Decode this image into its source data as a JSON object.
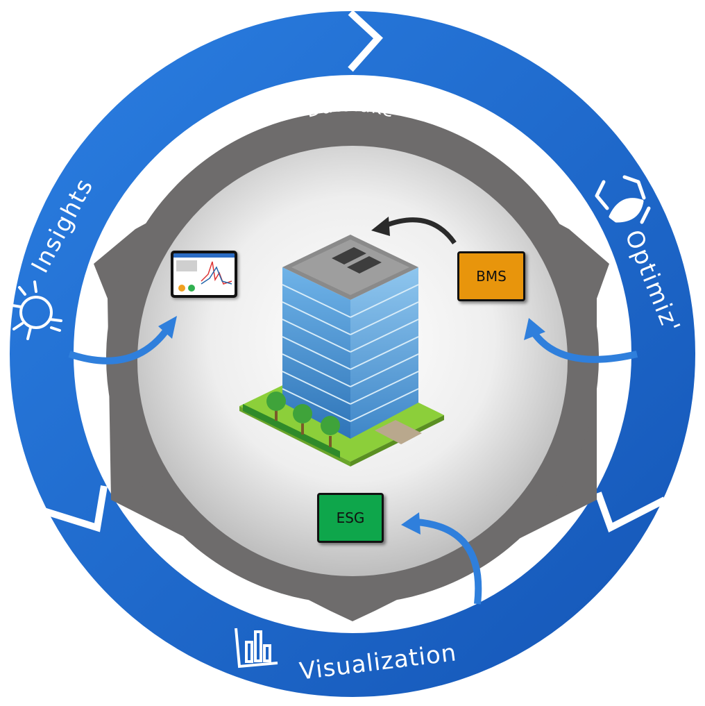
{
  "labels": {
    "datalake": "Datalake",
    "insights": "Insights",
    "optimiz": "Optimiz'",
    "visualization": "Visualization",
    "bms": "BMS",
    "esg": "ESG"
  },
  "colors": {
    "ring_blue": "#1f6fd0",
    "ring_blue_dark": "#1556b0",
    "datalake_gray": "#6e6c6c",
    "bms_orange": "#e8950c",
    "esg_green": "#0ea64b",
    "arrow_blue": "#2f7fdc",
    "arrow_dark": "#2a2a2a"
  },
  "icons": [
    "lightbulb-icon",
    "bar-chart-icon",
    "recycle-leaf-icon",
    "office-building-icon",
    "dashboard-screen-icon"
  ]
}
